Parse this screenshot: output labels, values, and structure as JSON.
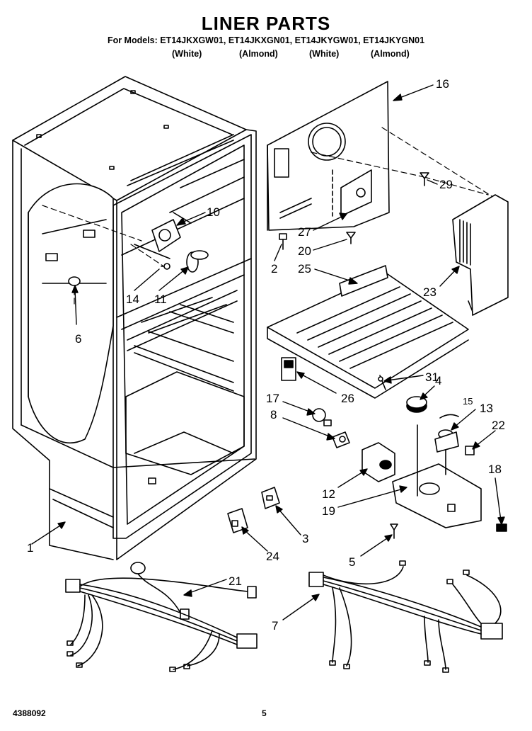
{
  "header": {
    "title": "LINER PARTS",
    "subtitle": "For Models: ET14JKXGW01, ET14JKXGN01, ET14JKYGW01, ET14JKYGN01",
    "colors": [
      "(White)",
      "(Almond)",
      "(White)",
      "(Almond)"
    ]
  },
  "callouts": [
    "16",
    "29",
    "10",
    "27",
    "20",
    "2",
    "25",
    "23",
    "14",
    "11",
    "6",
    "31",
    "4",
    "17",
    "26",
    "8",
    "15",
    "13",
    "22",
    "18",
    "12",
    "19",
    "1",
    "3",
    "24",
    "5",
    "21",
    "7"
  ],
  "footer": {
    "doc_number": "4388092",
    "page_number": "5"
  }
}
